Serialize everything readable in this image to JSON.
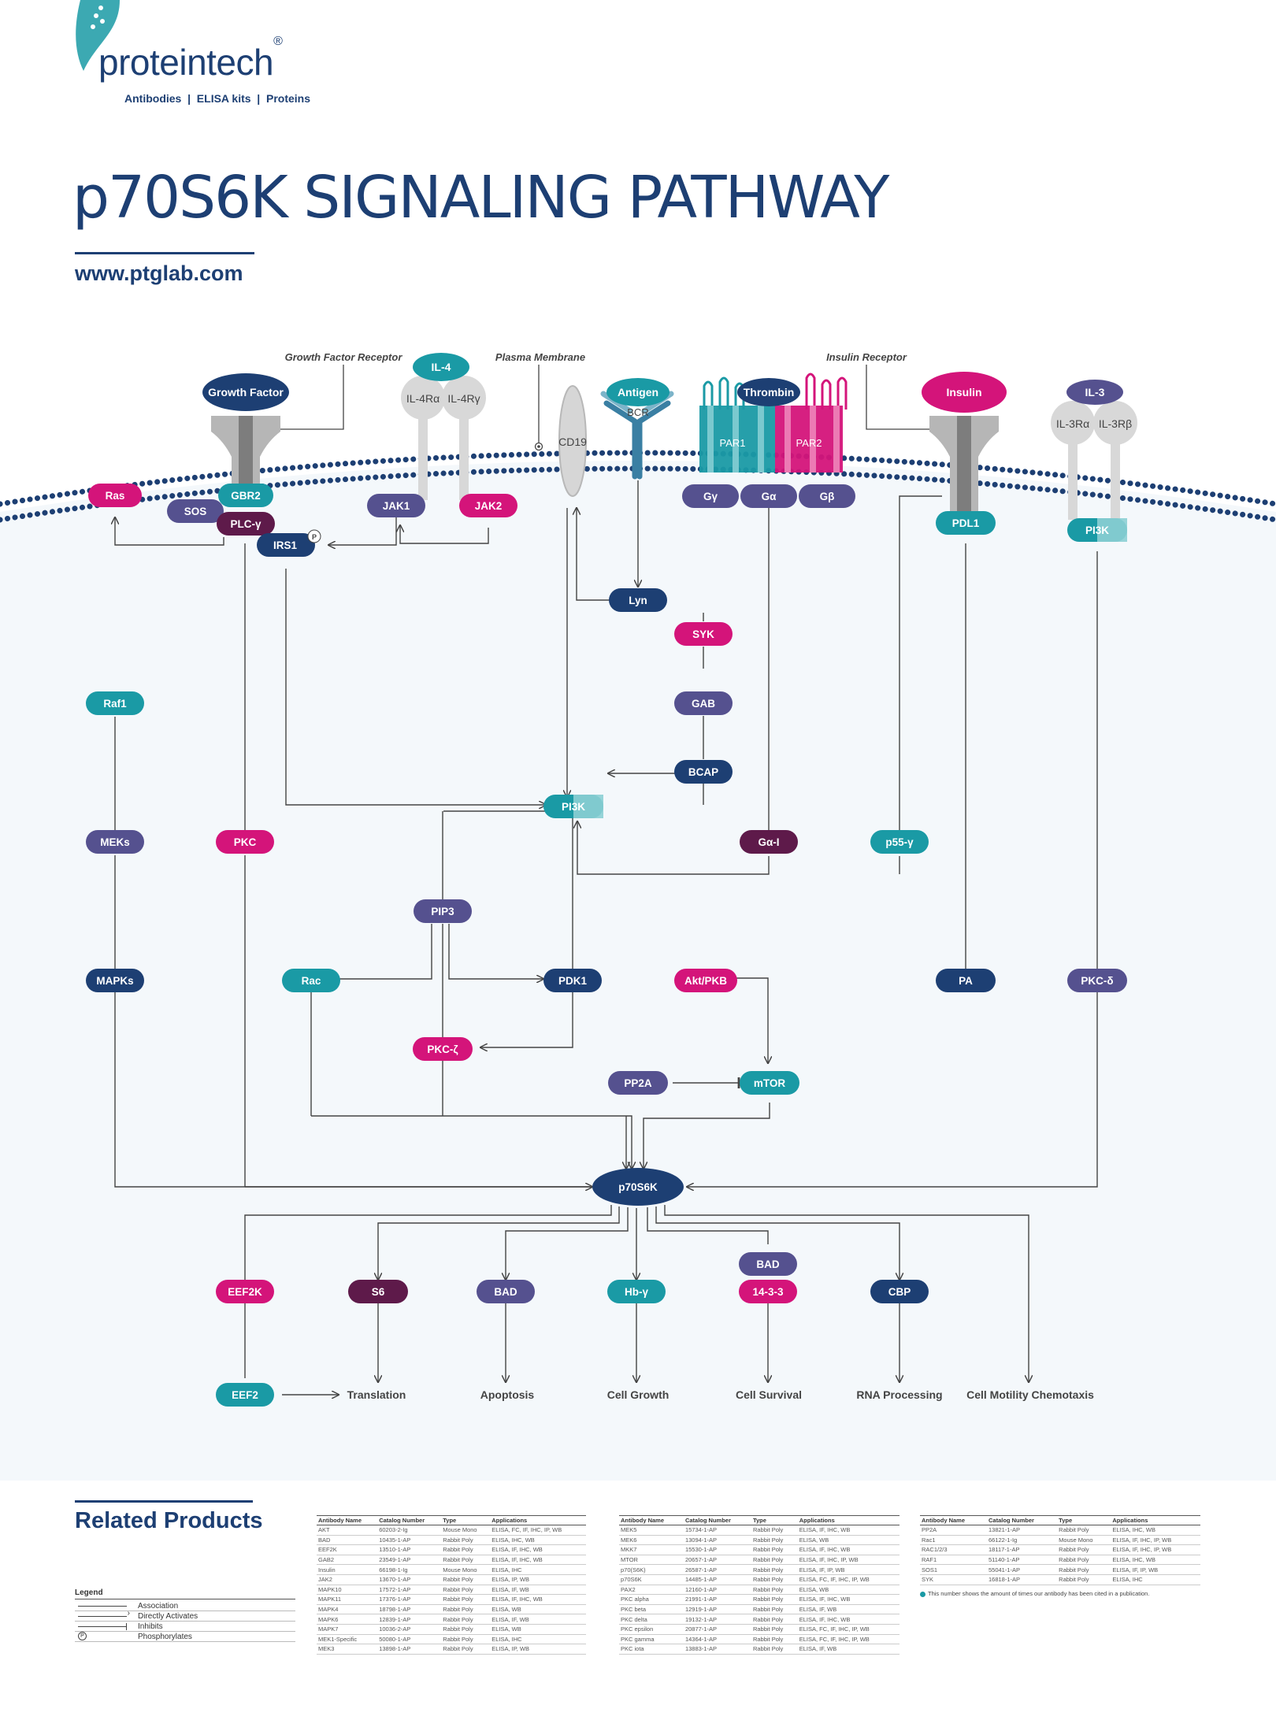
{
  "brand": {
    "name": "proteintech",
    "mark": "®",
    "tagline": "Antibodies  |  ELISA kits  |  Proteins"
  },
  "title": "p70S6K SIGNALING PATHWAY",
  "website": "www.ptglab.com",
  "colors": {
    "navy": "#1d3f73",
    "teal": "#1a9aa5",
    "magenta": "#d4147a",
    "purple": "#55518f",
    "plum": "#5e1a4a",
    "membrane": "#1d3f73",
    "cell": "#f4f8fb"
  },
  "annotations": {
    "growth_factor_receptor": "Growth Factor Receptor",
    "plasma_membrane": "Plasma Membrane",
    "insulin_receptor": "Insulin Receptor"
  },
  "receptors": {
    "il4": "IL-4",
    "il4ra": "IL-4Rα",
    "il4rg": "IL-4Rγ",
    "antigen": "Antigen",
    "bcr": "BCR",
    "cd19": "CD19",
    "thrombin": "Thrombin",
    "par1": "PAR1",
    "par2": "PAR2",
    "insulin": "Insulin",
    "il3": "IL-3",
    "il3ra": "IL-3Rα",
    "il3rb": "IL-3Rβ",
    "growth_factor": "Growth Factor",
    "phospho": "P"
  },
  "nodes": {
    "ras": "Ras",
    "sos": "SOS",
    "gbr2": "GBR2",
    "plcg": "PLC-γ",
    "irs1": "IRS1",
    "jak1": "JAK1",
    "jak2": "JAK2",
    "gy": "Gγ",
    "ga": "Gα",
    "gb": "Gβ",
    "pdl1": "PDL1",
    "pi3k_top": "PI3K",
    "lyn": "Lyn",
    "syk": "SYK",
    "gab": "GAB",
    "bcap": "BCAP",
    "raf1": "Raf1",
    "meks": "MEKs",
    "pkc": "PKC",
    "pi3k": "PI3K",
    "gai": "Gα-I",
    "p55g": "p55-γ",
    "pip3": "PIP3",
    "mapks": "MAPKs",
    "rac": "Rac",
    "pdk1": "PDK1",
    "akt": "Akt/PKB",
    "pa": "PA",
    "pkcd": "PKC-δ",
    "pkcz": "PKC-ζ",
    "pp2a": "PP2A",
    "mtor": "mTOR",
    "p70s6k": "p70S6K",
    "eef2k": "EEF2K",
    "s6": "S6",
    "bad": "BAD",
    "hbg": "Hb-γ",
    "bad2": "BAD",
    "p1433": "14-3-3",
    "cbp": "CBP",
    "eef2": "EEF2"
  },
  "outcomes": {
    "translation": "Translation",
    "apoptosis": "Apoptosis",
    "cell_growth": "Cell Growth",
    "cell_survival": "Cell Survival",
    "rna_processing": "RNA Processing",
    "cell_motility": "Cell Motility Chemotaxis"
  },
  "related": {
    "title": "Related Products",
    "legend": {
      "header": "Legend",
      "items": [
        "Association",
        "Directly Activates",
        "Inhibits",
        "Phosphorylates"
      ],
      "phospho_symbol": "P"
    },
    "headers": [
      "Antibody Name",
      "Catalog Number",
      "Type",
      "Applications"
    ],
    "table1": [
      [
        "AKT",
        "60203-2-Ig",
        "Mouse Mono",
        "ELISA, FC, IF, IHC, IP, WB"
      ],
      [
        "BAD",
        "10435-1-AP",
        "Rabbit Poly",
        "ELISA, IHC, WB"
      ],
      [
        "EEF2K",
        "13510-1-AP",
        "Rabbit Poly",
        "ELISA, IF, IHC, WB"
      ],
      [
        "GAB2",
        "23549-1-AP",
        "Rabbit Poly",
        "ELISA, IF, IHC, WB"
      ],
      [
        "Insulin",
        "66198-1-Ig",
        "Mouse Mono",
        "ELISA, IHC"
      ],
      [
        "JAK2",
        "13670-1-AP",
        "Rabbit Poly",
        "ELISA, IP, WB"
      ],
      [
        "MAPK10",
        "17572-1-AP",
        "Rabbit Poly",
        "ELISA, IF, WB"
      ],
      [
        "MAPK11",
        "17376-1-AP",
        "Rabbit Poly",
        "ELISA, IF, IHC, WB"
      ],
      [
        "MAPK4",
        "18798-1-AP",
        "Rabbit Poly",
        "ELISA, WB"
      ],
      [
        "MAPK6",
        "12839-1-AP",
        "Rabbit Poly",
        "ELISA, IF, WB"
      ],
      [
        "MAPK7",
        "10036-2-AP",
        "Rabbit Poly",
        "ELISA, WB"
      ],
      [
        "MEK1-Specific",
        "50080-1-AP",
        "Rabbit Poly",
        "ELISA, IHC"
      ],
      [
        "MEK3",
        "13898-1-AP",
        "Rabbit Poly",
        "ELISA, IP, WB"
      ]
    ],
    "table2": [
      [
        "MEK5",
        "15734-1-AP",
        "Rabbit Poly",
        "ELISA, IF, IHC, WB"
      ],
      [
        "MEK6",
        "13094-1-AP",
        "Rabbit Poly",
        "ELISA, WB"
      ],
      [
        "MKK7",
        "15530-1-AP",
        "Rabbit Poly",
        "ELISA, IF, IHC, WB"
      ],
      [
        "MTOR",
        "20657-1-AP",
        "Rabbit Poly",
        "ELISA, IF, IHC, IP, WB"
      ],
      [
        "p70(S6K)",
        "26587-1-AP",
        "Rabbit Poly",
        "ELISA, IF, IP, WB"
      ],
      [
        "p70S6K",
        "14485-1-AP",
        "Rabbit Poly",
        "ELISA, FC, IF, IHC, IP, WB"
      ],
      [
        "PAX2",
        "12160-1-AP",
        "Rabbit Poly",
        "ELISA, WB"
      ],
      [
        "PKC alpha",
        "21991-1-AP",
        "Rabbit Poly",
        "ELISA, IF, IHC, WB"
      ],
      [
        "PKC beta",
        "12919-1-AP",
        "Rabbit Poly",
        "ELISA, IF, WB"
      ],
      [
        "PKC delta",
        "19132-1-AP",
        "Rabbit Poly",
        "ELISA, IF, IHC, WB"
      ],
      [
        "PKC epsilon",
        "20877-1-AP",
        "Rabbit Poly",
        "ELISA, FC, IF, IHC, IP, WB"
      ],
      [
        "PKC gamma",
        "14364-1-AP",
        "Rabbit Poly",
        "ELISA, FC, IF, IHC, IP, WB"
      ],
      [
        "PKC iota",
        "13883-1-AP",
        "Rabbit Poly",
        "ELISA, IF, WB"
      ]
    ],
    "table3": [
      [
        "PP2A",
        "13821-1-AP",
        "Rabbit Poly",
        "ELISA, IHC, WB"
      ],
      [
        "Rac1",
        "66122-1-Ig",
        "Mouse Mono",
        "ELISA, IF, IHC, IP, WB"
      ],
      [
        "RAC1/2/3",
        "18117-1-AP",
        "Rabbit Poly",
        "ELISA, IF, IHC, IP, WB"
      ],
      [
        "RAF1",
        "51140-1-AP",
        "Rabbit Poly",
        "ELISA, IHC, WB"
      ],
      [
        "SOS1",
        "55041-1-AP",
        "Rabbit Poly",
        "ELISA, IF, IP, WB"
      ],
      [
        "SYK",
        "16818-1-AP",
        "Rabbit Poly",
        "ELISA, IHC"
      ]
    ],
    "note": "This number shows the amount of times our antibody has been cited in a publication."
  }
}
